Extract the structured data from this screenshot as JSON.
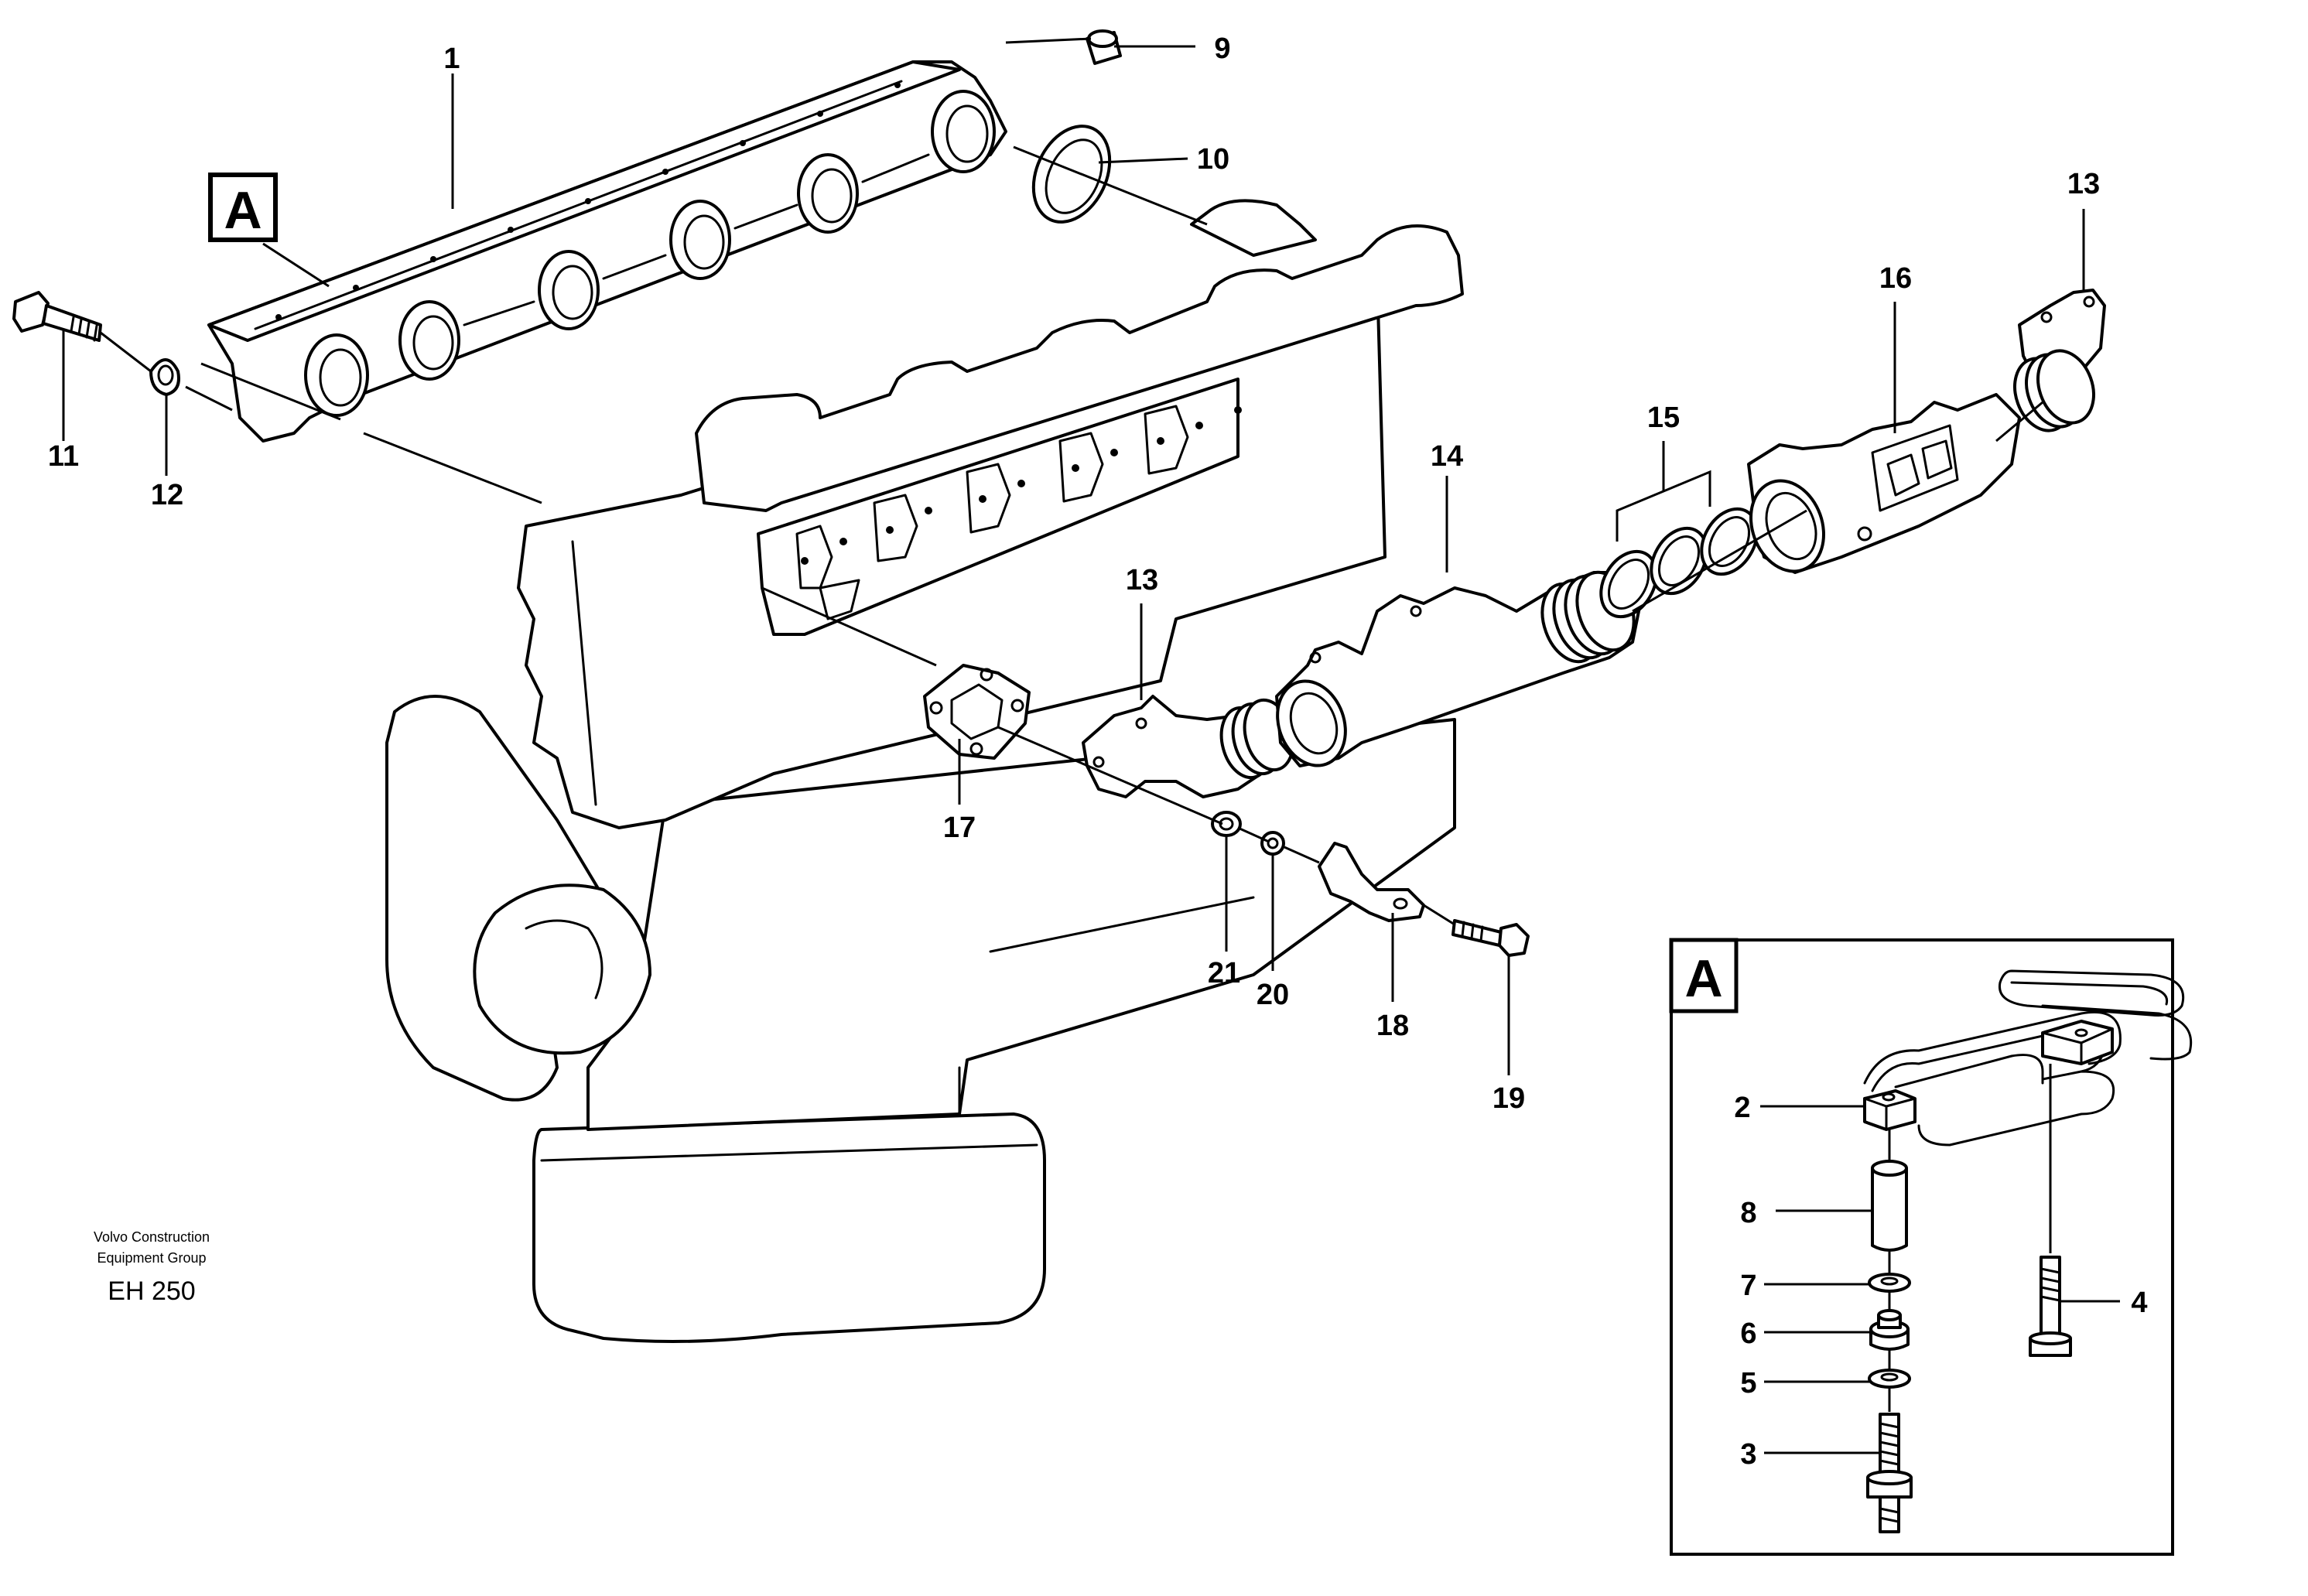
{
  "figure": {
    "callout_letter": "A",
    "detail_letter": "A",
    "credit_line1": "Volvo Construction",
    "credit_line2": "Equipment Group",
    "model": "EH 250"
  },
  "labels": {
    "p1": "1",
    "p2": "2",
    "p3": "3",
    "p4": "4",
    "p5": "5",
    "p6": "6",
    "p7": "7",
    "p8": "8",
    "p9": "9",
    "p10": "10",
    "p11": "11",
    "p12": "12",
    "p13a": "13",
    "p13b": "13",
    "p14": "14",
    "p15": "15",
    "p16": "16",
    "p17": "17",
    "p18": "18",
    "p19": "19",
    "p20": "20",
    "p21": "21"
  }
}
